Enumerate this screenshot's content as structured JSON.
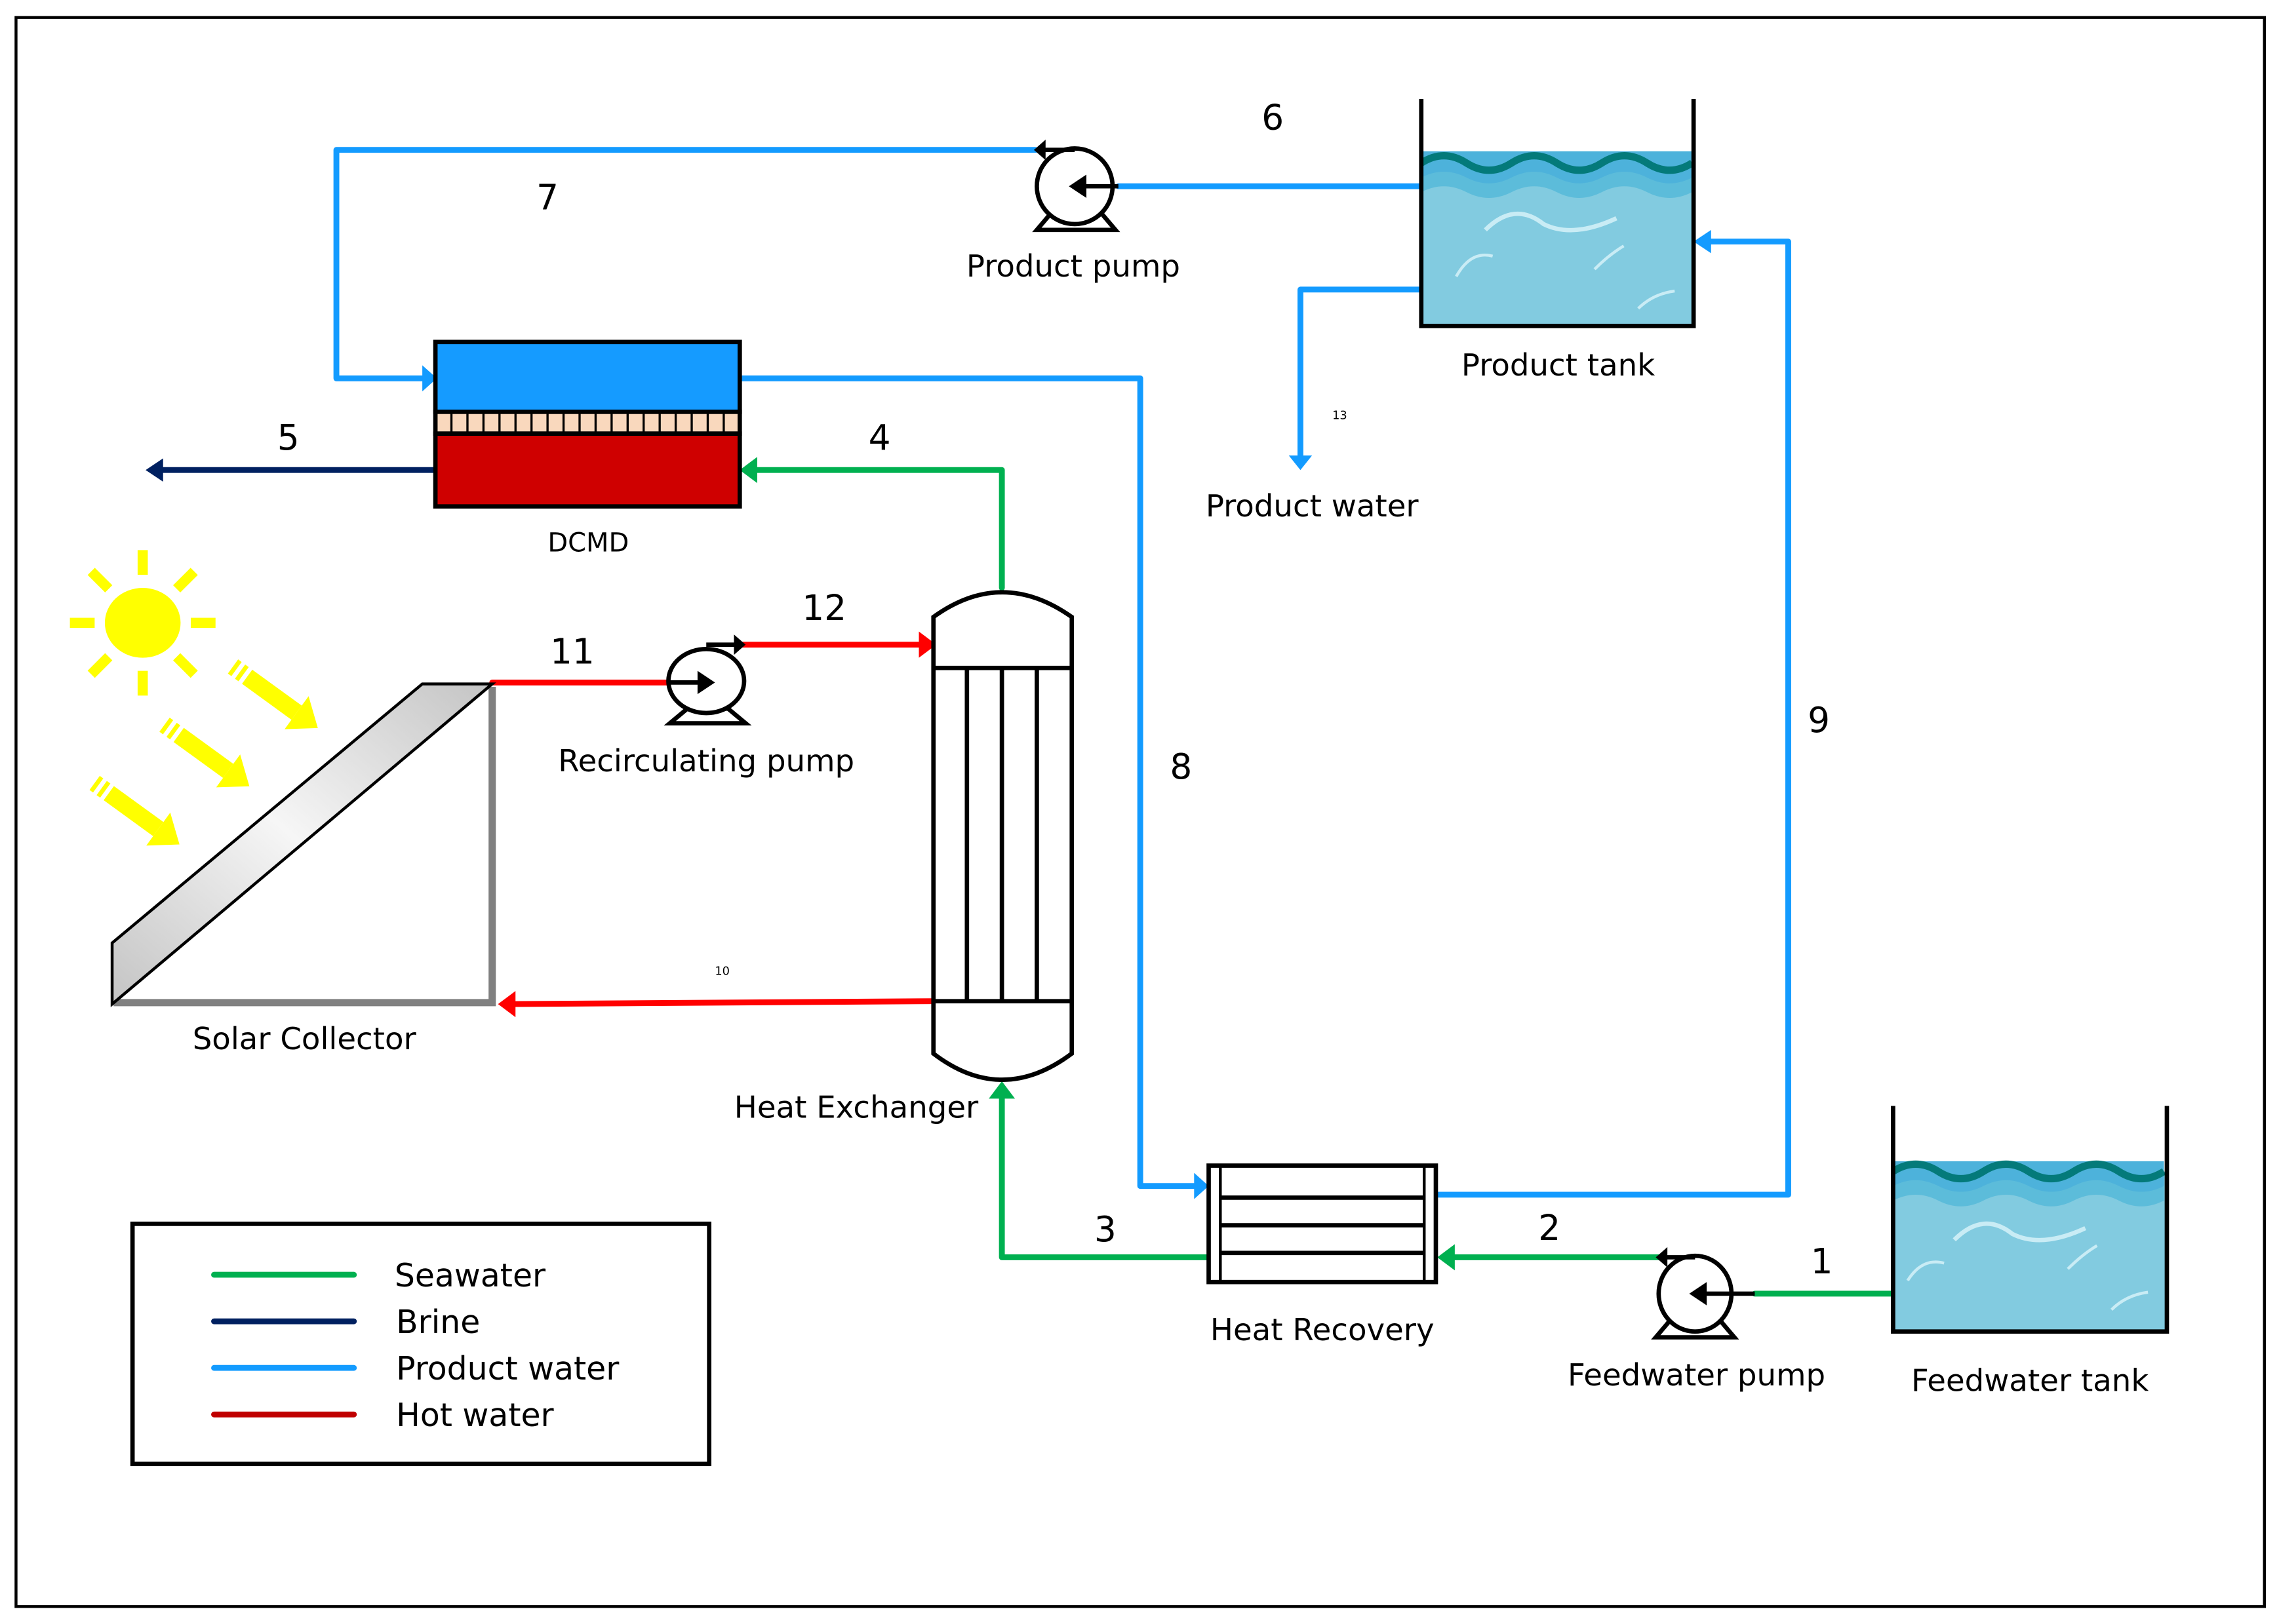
{
  "title": "Solar-powered DCMD desalination process flow diagram",
  "colors": {
    "seawater": "#00B050",
    "brine": "#002060",
    "product_water": "#139BFF",
    "hot_water": "#FF0000",
    "legend_hot_water": "#C00000",
    "dcmd_permeate": "#159BFF",
    "dcmd_feed": "#CF0000",
    "membrane": "#F9D8BD",
    "sun": "#FFFF00",
    "water": "#82CBE0",
    "water_wave_dark": "#047A7A",
    "water_wave_mid": "#4DB2DB",
    "water_wave_light": "#5CBCDA",
    "collector_frame": "#808080"
  },
  "components": {
    "dcmd": "DCMD",
    "product_pump": "Product pump",
    "product_tank": "Product tank",
    "product_water_outlet": "Product water",
    "solar_collector": "Solar Collector",
    "recirculating_pump": "Recirculating pump",
    "heat_exchanger": "Heat Exchanger",
    "heat_recovery": "Heat Recovery",
    "feedwater_pump": "Feedwater pump",
    "feedwater_tank": "Feedwater tank"
  },
  "streams": {
    "s1": "1",
    "s2": "2",
    "s3": "3",
    "s4": "4",
    "s5": "5",
    "s6": "6",
    "s7": "7",
    "s8": "8",
    "s9": "9",
    "s10": "10",
    "s11": "11",
    "s12": "12",
    "s13": "13"
  },
  "legend": {
    "items": [
      {
        "label": "Seawater",
        "color": "#00B050"
      },
      {
        "label": "Brine",
        "color": "#002060"
      },
      {
        "label": "Product water",
        "color": "#139BFF"
      },
      {
        "label": "Hot water",
        "color": "#C00000"
      }
    ]
  }
}
